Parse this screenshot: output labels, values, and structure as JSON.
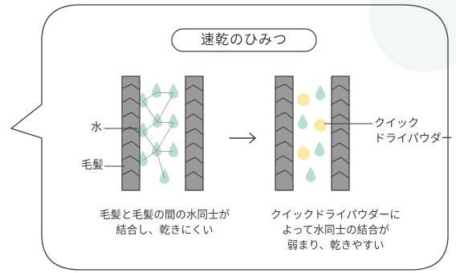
{
  "title": "速乾のひみつ",
  "labels": {
    "water": "水",
    "hair": "毛髪",
    "powder_line1": "クイック",
    "powder_line2": "ドライパウダー"
  },
  "captions": {
    "left": [
      "毛髪と毛髪の間の水同士が",
      "結合し、乾きにくい"
    ],
    "right": [
      "クイックドライパウダーに",
      "よって水同士の結合が",
      "弱まり、乾きやすい"
    ]
  },
  "colors": {
    "water_drop": "#b9ddd0",
    "powder": "#fbeaa6",
    "hair_fill": "#9a9a9a",
    "outline": "#3a3a3a",
    "corner_bg": "#f1f7f3"
  },
  "icons": {
    "arrow": "right-arrow-icon",
    "bubble": "speech-bubble-frame"
  }
}
